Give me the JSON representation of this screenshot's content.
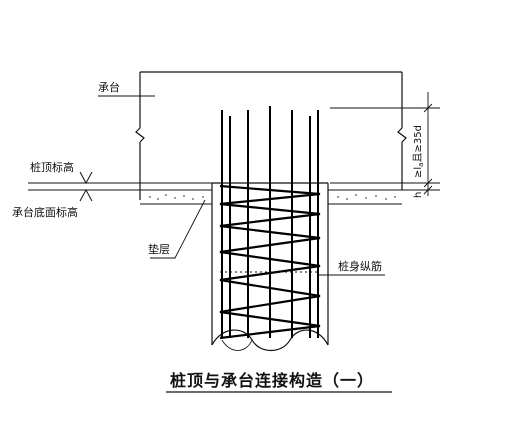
{
  "labels": {
    "cap": "承台",
    "pile_top_elev": "桩顶标高",
    "cap_bottom_elev": "承台底面标高",
    "cushion": "垫层",
    "longitudinal_rebar": "桩身纵筋",
    "anchorage": "≥l",
    "anchorage_sub": "a",
    "anchorage_rest": "且≥35d",
    "embed": "h"
  },
  "title": "桩顶与承台连接构造（一）",
  "colors": {
    "line": "#111111",
    "rebar": "#000000",
    "cushion_dot": "#555555"
  }
}
